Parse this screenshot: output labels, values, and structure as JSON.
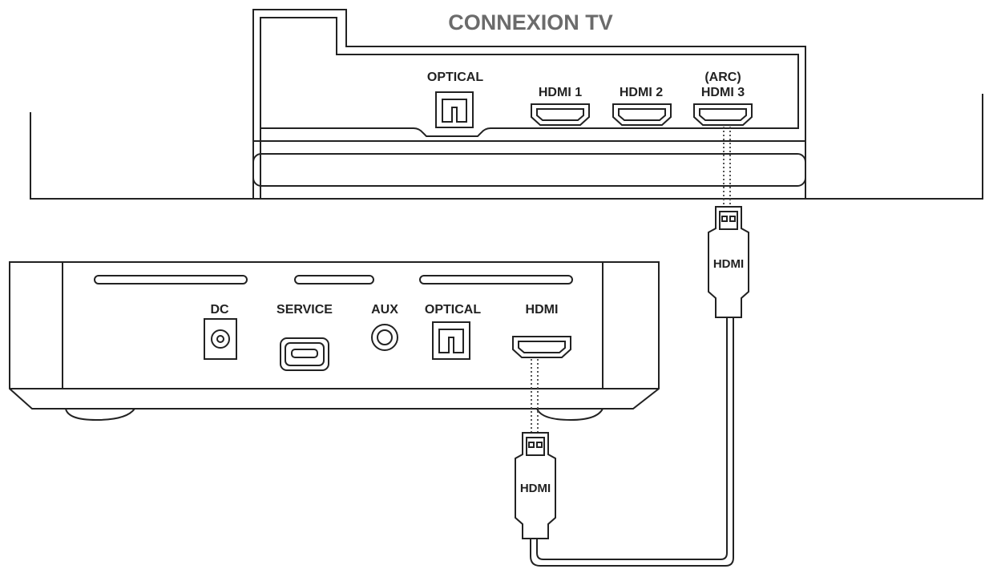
{
  "title": "CONNEXION TV",
  "tv": {
    "optical_label": "OPTICAL",
    "hdmi1_label": "HDMI 1",
    "hdmi2_label": "HDMI 2",
    "arc_label": "(ARC)",
    "hdmi3_label": "HDMI 3"
  },
  "soundbar": {
    "dc_label": "DC",
    "service_label": "SERVICE",
    "aux_label": "AUX",
    "optical_label": "OPTICAL",
    "hdmi_label": "HDMI"
  },
  "cable": {
    "plug_top_label": "HDMI",
    "plug_bottom_label": "HDMI"
  },
  "colors": {
    "line": "#222222",
    "title": "#6b6b6b",
    "cable_dots": "#555555"
  }
}
